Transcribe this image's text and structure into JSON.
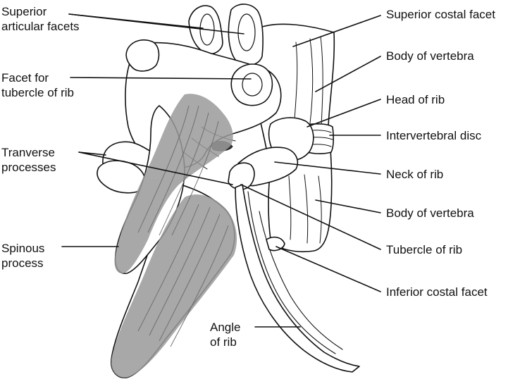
{
  "labels": {
    "superior_articular_facets": [
      "Superior",
      "articular facets"
    ],
    "facet_for_tubercle": [
      "Facet for",
      "tubercle of rib"
    ],
    "transverse_processes": [
      "Tranverse",
      "processes"
    ],
    "spinous_process": [
      "Spinous",
      "process"
    ],
    "angle_of_rib": [
      "Angle",
      "of rib"
    ],
    "superior_costal_facet": "Superior costal facet",
    "body_of_vertebra_upper": "Body of vertebra",
    "head_of_rib": "Head of rib",
    "intervertebral_disc": "Intervertebral disc",
    "neck_of_rib": "Neck of rib",
    "body_of_vertebra_lower": "Body of vertebra",
    "tubercle_of_rib": "Tubercle of rib",
    "inferior_costal_facet": "Inferior costal facet"
  },
  "colors": {
    "ink": "#111111",
    "muscle": "#9a9a9a",
    "bone": "#ffffff"
  }
}
